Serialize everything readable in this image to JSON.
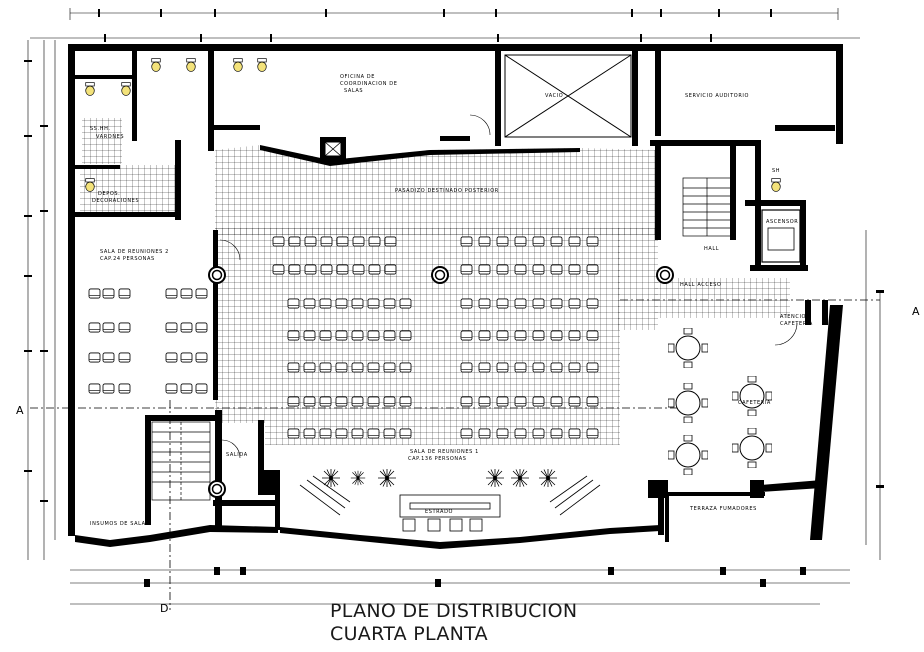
{
  "title": {
    "line1": "PLANO DE DISTRIBUCION",
    "line2": "CUARTA PLANTA"
  },
  "axes": {
    "left": "A",
    "bottom": "D",
    "right": "A"
  },
  "rooms": {
    "oficina_line1": "OFICINA DE",
    "oficina_line2": "COORDINACION DE",
    "oficina_line3": "SALAS",
    "vacio": "VACIO",
    "servicio_auditorio": "SERVICIO AUDITORIO",
    "pasadizo": "PASADIZO DESTINADO POSTERIOR",
    "sala2_line1": "SALA DE REUNIONES 2",
    "sala2_line2": "CAP.24 PERSONAS",
    "sala1_line1": "SALA DE REUNIONES 1",
    "sala1_line2": "CAP.136 PERSONAS",
    "estrado": "ESTRADO",
    "hall": "HALL",
    "hall_acceso": "HALL ACCESO",
    "ascensor": "ASCENSOR",
    "cafeteria": "CAFETERIA",
    "atencion_line1": "ATENCION",
    "atencion_line2": "CAFETERIA",
    "terraza": "TERRAZA FUMADORES",
    "insumos": "INSUMOS DE SALAS",
    "salida": "SALIDA",
    "sshh": "SH",
    "deposito_line1": "DEPOS.",
    "deposito_line2": "DECORACIONES",
    "sshh_damas": "SS.HH.",
    "sshh_varones": "VARONES"
  }
}
